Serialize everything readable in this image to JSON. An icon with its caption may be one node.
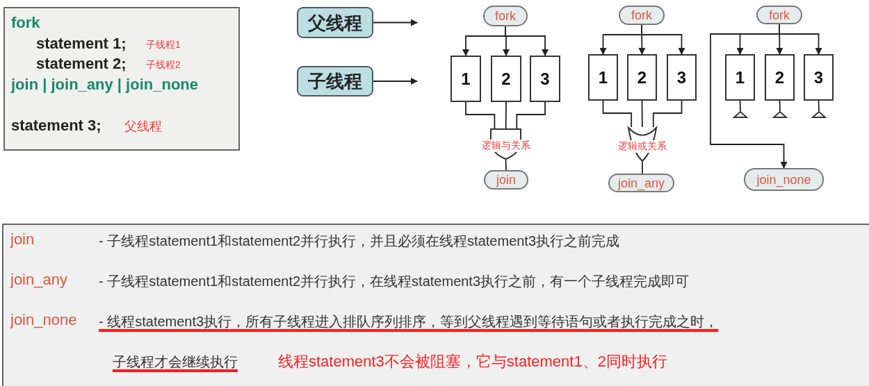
{
  "diagram": {
    "nodes": [
      {
        "text": [
          "fork",
          "statement 1;",
          "子线程1",
          "statement 2;",
          "子线程2",
          "join | join_any | join_none",
          "statement 3;",
          "父线程"
        ]
      },
      {
        "text": [
          "父线程"
        ]
      },
      {
        "text": [
          "子线程"
        ]
      },
      {
        "text": [
          "fork"
        ]
      },
      {
        "text": [
          "1"
        ]
      },
      {
        "text": [
          "2"
        ]
      },
      {
        "text": [
          "3"
        ]
      },
      {
        "text": [
          "逻辑与关系"
        ]
      },
      {
        "text": [
          "join"
        ]
      },
      {
        "text": [
          "fork"
        ]
      },
      {
        "text": [
          "1"
        ]
      },
      {
        "text": [
          "2"
        ]
      },
      {
        "text": [
          "3"
        ]
      },
      {
        "text": [
          "逻辑或关系"
        ]
      },
      {
        "text": [
          "join_any"
        ]
      },
      {
        "text": [
          "fork"
        ]
      },
      {
        "text": [
          "1"
        ]
      },
      {
        "text": [
          "2"
        ]
      },
      {
        "text": [
          "3"
        ]
      },
      {
        "text": [],
        "shape": "triangle"
      },
      {
        "text": [],
        "shape": "triangle"
      },
      {
        "text": [],
        "shape": "triangle"
      },
      {
        "text": [
          "join_none"
        ]
      },
      {
        "text": [
          "join",
          "- 子线程statement1和statement2并行执行，并且必须在线程statement3执行之前完成",
          "join_any",
          "- 子线程statement1和statement2并行执行，在线程statement3执行之前，有一个子线程完成即可",
          "join_none",
          "- 线程statement3执行，所有子线程进入排队序列排序，等到父线程遇到等待语句或者执行完成之时，",
          "子线程才会继续执行",
          "线程statement3不会被阻塞，它与statement1、2同时执行"
        ]
      }
    ],
    "edges": [
      {
        "from": 1,
        "to": null,
        "arrow": "to"
      },
      {
        "from": 2,
        "to": null,
        "arrow": "to"
      },
      {
        "from": 3,
        "to": 4,
        "arrow": "to"
      },
      {
        "from": 3,
        "to": 5,
        "arrow": "to"
      },
      {
        "from": 3,
        "to": 6,
        "arrow": "to"
      },
      {
        "from": 4,
        "to": 7,
        "arrow": "none"
      },
      {
        "from": 5,
        "to": 7,
        "arrow": "none"
      },
      {
        "from": 6,
        "to": 7,
        "arrow": "none"
      },
      {
        "from": 7,
        "to": 8,
        "arrow": "none"
      },
      {
        "from": 9,
        "to": 10,
        "arrow": "to"
      },
      {
        "from": 9,
        "to": 11,
        "arrow": "to"
      },
      {
        "from": 9,
        "to": 12,
        "arrow": "to"
      },
      {
        "from": 10,
        "to": 13,
        "arrow": "none"
      },
      {
        "from": 11,
        "to": 13,
        "arrow": "none"
      },
      {
        "from": 12,
        "to": 13,
        "arrow": "none"
      },
      {
        "from": 13,
        "to": 14,
        "arrow": "none"
      },
      {
        "from": 15,
        "to": 16,
        "arrow": "to"
      },
      {
        "from": 15,
        "to": 17,
        "arrow": "to"
      },
      {
        "from": 15,
        "to": 18,
        "arrow": "to"
      },
      {
        "from": 15,
        "to": 22,
        "arrow": "to"
      },
      {
        "from": 16,
        "to": 19,
        "arrow": "none"
      },
      {
        "from": 17,
        "to": 20,
        "arrow": "none"
      },
      {
        "from": 18,
        "to": 21,
        "arrow": "none"
      }
    ]
  }
}
